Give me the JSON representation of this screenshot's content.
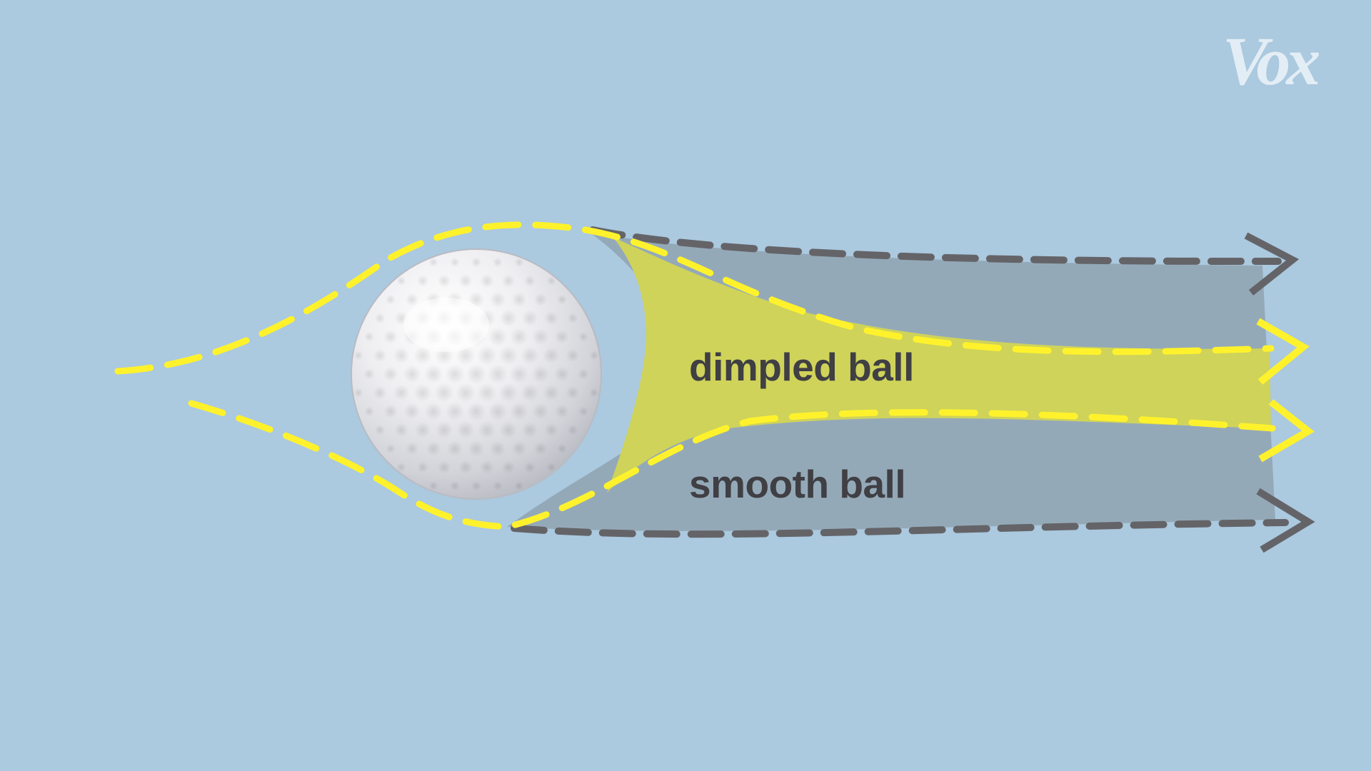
{
  "labels": {
    "dimpled": "dimpled ball",
    "smooth": "smooth ball"
  },
  "logo": {
    "text": "Vox"
  },
  "colors": {
    "background": "#abc9df",
    "smooth_wake_fill": "#94a9b8",
    "dimpled_wake_fill": "#cfd35a",
    "dimpled_flow_line": "#fff22c",
    "smooth_flow_line": "#646468",
    "label_text": "#3f3f44",
    "logo": "#e3edf5",
    "ball": "#f2f2f4"
  },
  "icons": {
    "ball": "golf-ball-icon",
    "arrow": "arrowhead-icon"
  }
}
